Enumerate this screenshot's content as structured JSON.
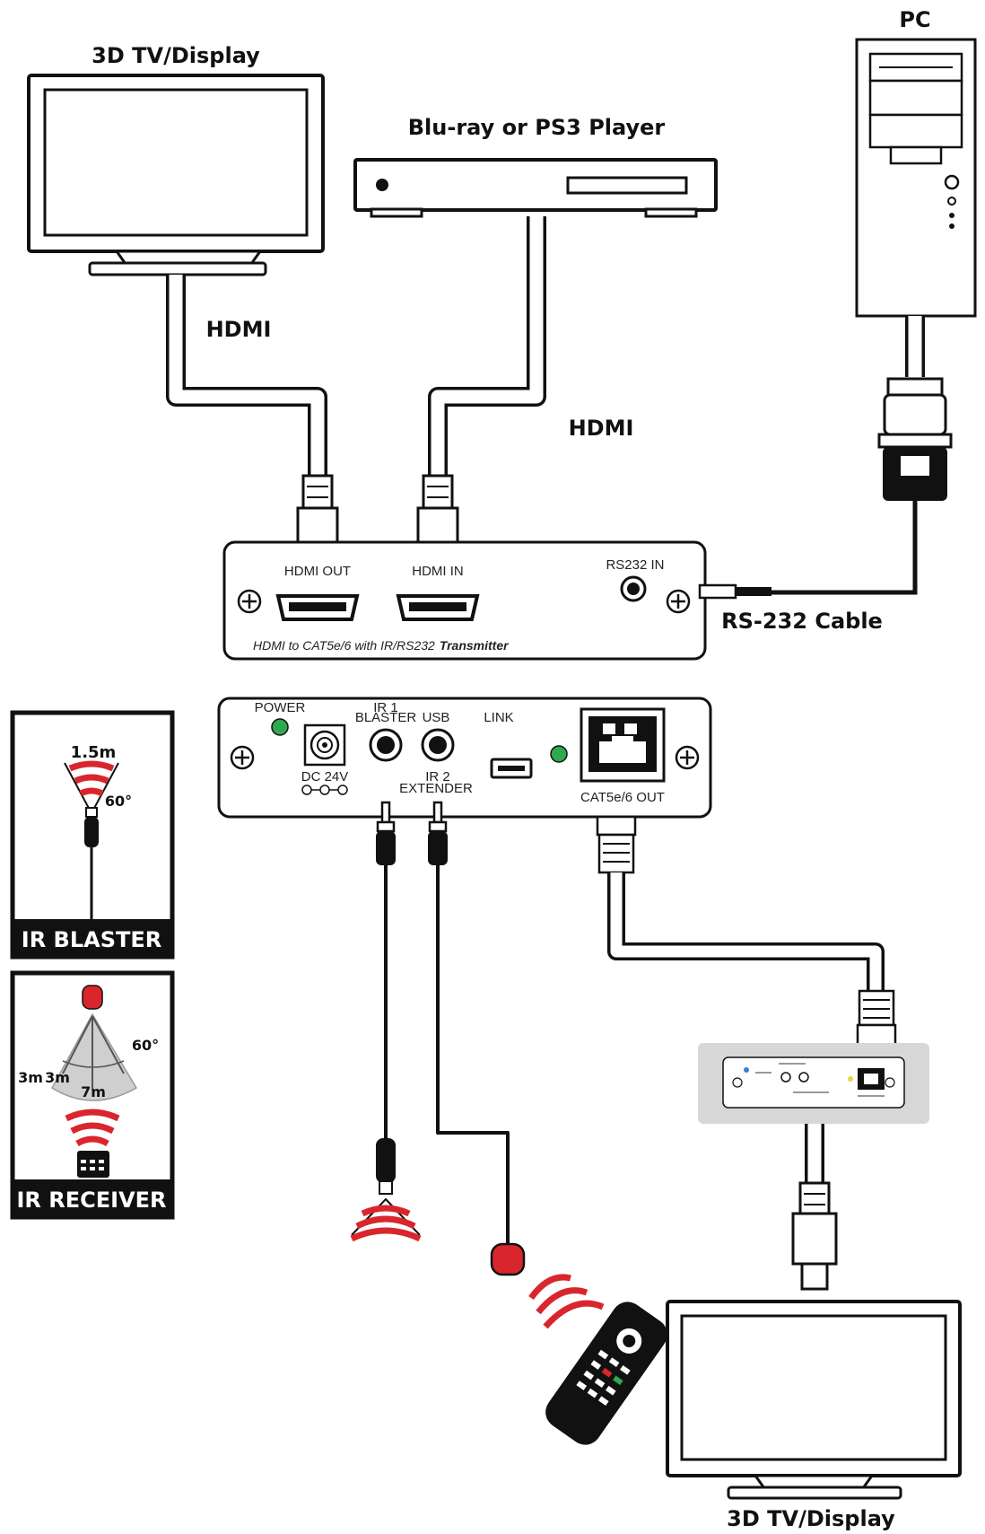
{
  "labels": {
    "tv_top": "3D TV/Display",
    "bluray": "Blu-ray or PS3 Player",
    "pc": "PC",
    "hdmi_left": "HDMI",
    "hdmi_right": "HDMI",
    "rs232_cable": "RS-232 Cable",
    "tv_bottom": "3D TV/Display"
  },
  "transmitter": {
    "hdmi_out": "HDMI OUT",
    "hdmi_in": "HDMI IN",
    "rs232_in": "RS232 IN",
    "caption_main": "HDMI to CAT5e/6 with IR/RS232",
    "caption_bold": "Transmitter"
  },
  "tx_rear": {
    "power": "POWER",
    "dc": "DC 24V",
    "ir1": "IR 1",
    "blaster": "BLASTER",
    "usb": "USB",
    "link": "LINK",
    "ir2": "IR 2",
    "extender": "EXTENDER",
    "cat_out": "CAT5e/6 OUT"
  },
  "ir_blaster_box": {
    "title": "IR BLASTER",
    "distance": "1.5m",
    "angle": "60°"
  },
  "ir_receiver_box": {
    "title": "IR RECEIVER",
    "angle": "60°",
    "left": "3m",
    "mid": "3m",
    "distance": "7m"
  },
  "colors": {
    "ir_red": "#d9262c",
    "led_green": "#2fa84f",
    "outline": "#111111",
    "cable_fill": "#ffffff",
    "panel_gray": "#d7d7d7"
  }
}
